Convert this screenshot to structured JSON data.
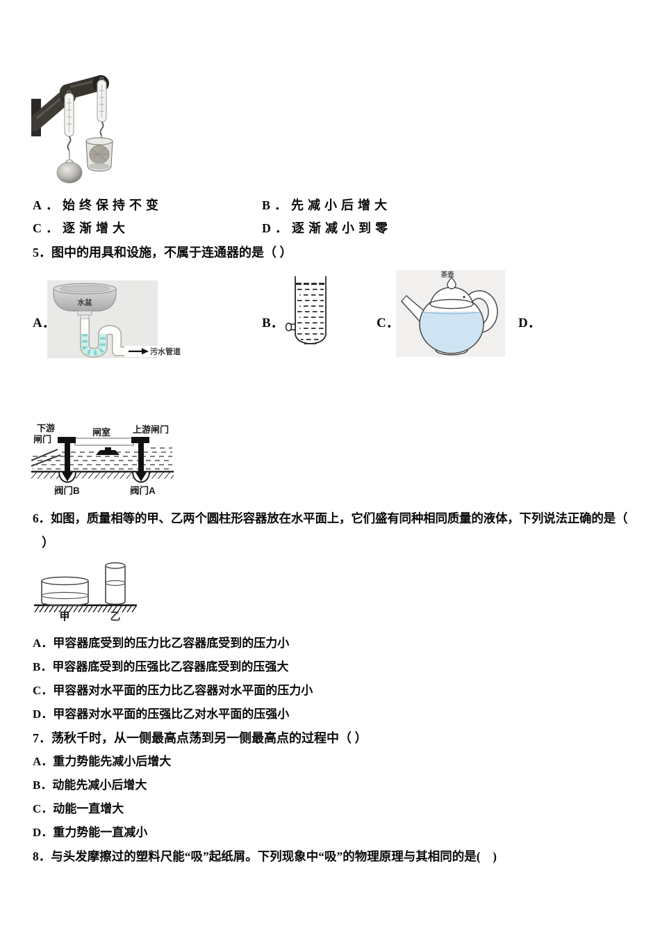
{
  "q4": {
    "options": [
      {
        "label": "A．",
        "text": "始终保持不变"
      },
      {
        "label": "B．",
        "text": "先减小后增大"
      },
      {
        "label": "C．",
        "text": "逐渐增大"
      },
      {
        "label": "D．",
        "text": "逐渐减小到零"
      }
    ]
  },
  "q5": {
    "stem": "5．图中的用具和设施，不属于连通器的是（ ）",
    "option_labels": [
      "A．",
      "B．",
      "C．",
      "D．"
    ],
    "figures": {
      "sink": {
        "basin": "水盆",
        "drain": "污水管道"
      },
      "teapot": {
        "title": "茶壶"
      },
      "lock": {
        "downstream1": "下游",
        "downstream2": "闸门",
        "chamber": "闸室",
        "upstream": "上游闸门",
        "valve_b": "阀门B",
        "valve_a": "阀门A"
      }
    }
  },
  "q6": {
    "stem1": "6．如图，质量相等的甲、乙两个圆柱形容器放在水平面上，它们盛有同种相同质量的液体，下列说法正确的是（",
    "stem2": "）",
    "figure": {
      "left": "甲",
      "right": "乙"
    },
    "options": [
      {
        "label": "A．",
        "text": "甲容器底受到的压力比乙容器底受到的压力小"
      },
      {
        "label": "B．",
        "text": "甲容器底受到的压强比乙容器底受到的压强大"
      },
      {
        "label": "C．",
        "text": "甲容器对水平面的压力比乙容器对水平面的压力小"
      },
      {
        "label": "D．",
        "text": "甲容器对水平面的压强比乙对水平面的压强小"
      }
    ]
  },
  "q7": {
    "stem": "7．荡秋千时，从一侧最高点荡到另一侧最高点的过程中（ ）",
    "options": [
      {
        "label": "A．",
        "text": "重力势能先减小后增大"
      },
      {
        "label": "B．",
        "text": "动能先减小后增大"
      },
      {
        "label": "C．",
        "text": "动能一直增大"
      },
      {
        "label": "D．",
        "text": "重力势能一直减小"
      }
    ]
  },
  "q8": {
    "stem": "8．与头发摩擦过的塑料尺能“吸”起纸屑。下列现象中“吸”的物理原理与其相同的是(　)"
  }
}
